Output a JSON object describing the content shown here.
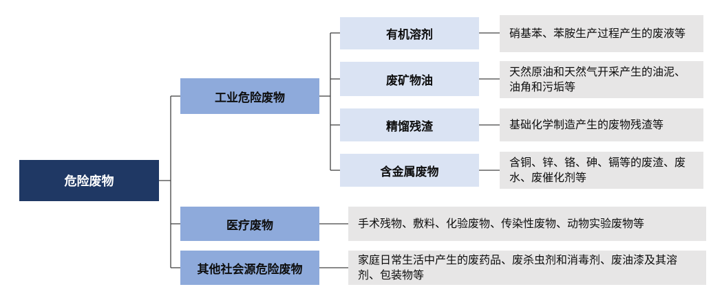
{
  "root": {
    "label": "危险废物"
  },
  "categories": [
    {
      "label": "工业危险废物"
    },
    {
      "label": "医疗废物",
      "description": "手术残物、敷料、化验废物、传染性废物、动物实验废物等"
    },
    {
      "label": "其他社会源危险废物",
      "description": "家庭日常生活中产生的废药品、废杀虫剂和消毒剂、废油漆及其溶剂、包装物等"
    }
  ],
  "industrial_subtypes": [
    {
      "label": "有机溶剂",
      "description": "硝基苯、苯胺生产过程产生的废液等"
    },
    {
      "label": "废矿物油",
      "description": "天然原油和天然气开采产生的油泥、油角和污垢等"
    },
    {
      "label": "精馏残渣",
      "description": "基础化学制造产生的废物残渣等"
    },
    {
      "label": "含金属废物",
      "description": "含铜、锌、铬、砷、镉等的废渣、废水、废催化剂等"
    }
  ],
  "colors": {
    "root": "#1f3864",
    "level1": "#8eaadb",
    "level2": "#dae3f3",
    "leaf": "#e7e6e6",
    "connector": "#404040"
  }
}
